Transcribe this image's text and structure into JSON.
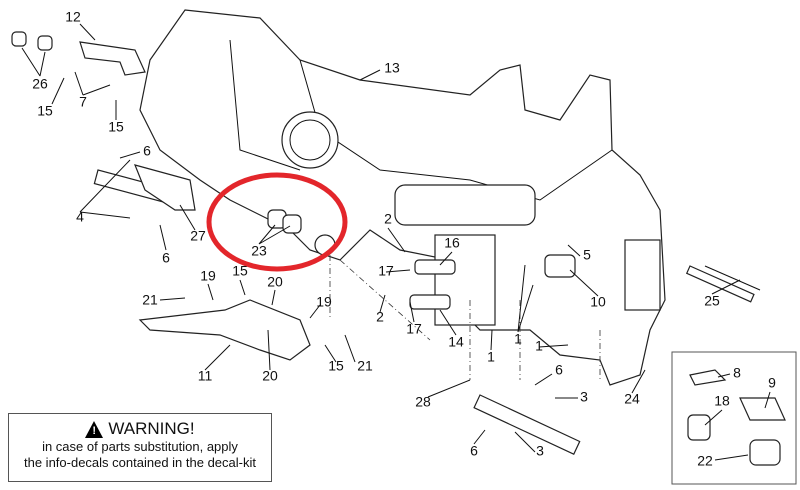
{
  "warning": {
    "title": "WARNING!",
    "line1": "in case of parts substitution, apply",
    "line2": "the info-decals contained in the decal-kit"
  },
  "highlight_color": "#e3262b",
  "callouts": [
    "12",
    "26",
    "15",
    "7",
    "15",
    "13",
    "6",
    "4",
    "27",
    "6",
    "23",
    "2",
    "16",
    "5",
    "17",
    "10",
    "25",
    "19",
    "15",
    "20",
    "21",
    "19",
    "2",
    "17",
    "14",
    "1",
    "1",
    "1",
    "21",
    "15",
    "20",
    "11",
    "6",
    "28",
    "3",
    "24",
    "6",
    "3",
    "8",
    "9",
    "18",
    "22"
  ]
}
